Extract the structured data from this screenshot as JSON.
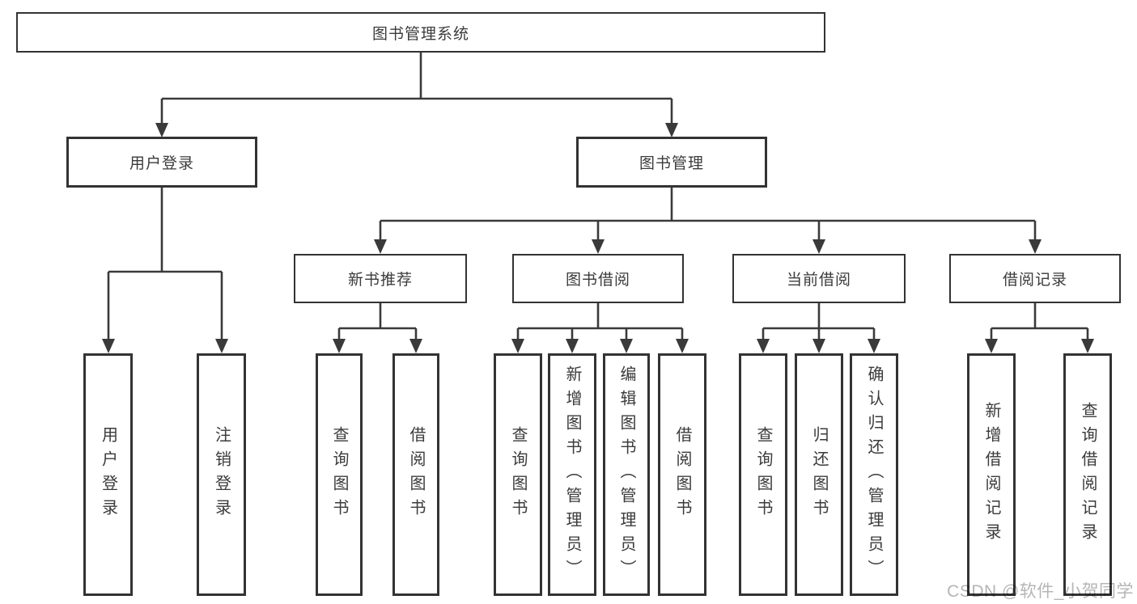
{
  "diagram": {
    "root": {
      "label": "图书管理系统"
    },
    "branches": [
      {
        "label": "用户登录",
        "children": [
          {
            "label": "用户登录"
          },
          {
            "label": "注销登录"
          }
        ]
      },
      {
        "label": "图书管理",
        "children": [
          {
            "label": "新书推荐",
            "children": [
              {
                "label": "查询图书"
              },
              {
                "label": "借阅图书"
              }
            ]
          },
          {
            "label": "图书借阅",
            "children": [
              {
                "label": "查询图书"
              },
              {
                "label": "新增图书（管理员）"
              },
              {
                "label": "编辑图书（管理员）"
              },
              {
                "label": "借阅图书"
              }
            ]
          },
          {
            "label": "当前借阅",
            "children": [
              {
                "label": "查询图书"
              },
              {
                "label": "归还图书"
              },
              {
                "label": "确认归还（管理员）"
              }
            ]
          },
          {
            "label": "借阅记录",
            "children": [
              {
                "label": "新增借阅记录"
              },
              {
                "label": "查询借阅记录"
              }
            ]
          }
        ]
      }
    ]
  },
  "watermark": {
    "text": "CSDN @软件_小贺同学"
  },
  "colors": {
    "line": "#3a3a3a",
    "border": "#333333",
    "text": "#3b3b3b",
    "background": "#ffffff",
    "watermark": "#b5b5b5"
  }
}
